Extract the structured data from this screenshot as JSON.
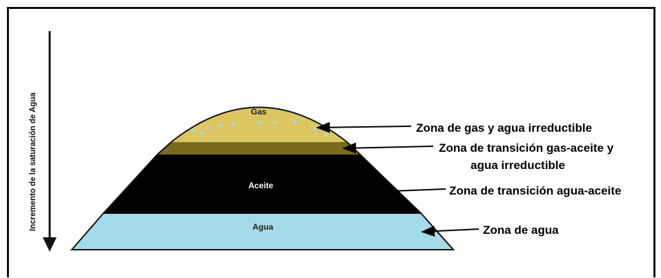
{
  "axis": {
    "label": "Incremento de la saturación de Agua"
  },
  "layers": {
    "gas": "Gas",
    "oil": "Aceite",
    "water": "Agua"
  },
  "annotations": {
    "gas_zone": "Zona de gas y agua irreductible",
    "gas_oil_transition_line1": "Zona de transición gas-aceite y",
    "gas_oil_transition_line2": "agua irreductible",
    "water_oil_transition": "Zona de transición agua-aceite",
    "water_zone": "Zona de agua"
  },
  "colors": {
    "gas": "#dcc661",
    "gas_oil": "#7a6a1f",
    "oil": "#000000",
    "water": "#a3dce8",
    "bubbles": "#a3dce8"
  }
}
